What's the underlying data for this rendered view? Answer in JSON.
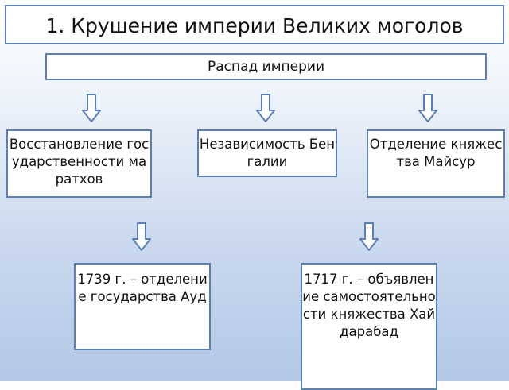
{
  "title": "1. Крушение империи Великих моголов",
  "subtitle": "Распад империи",
  "nodes": {
    "marathas": "Восстановление государственности маратхов",
    "bengal": "Независимость Бенгалии",
    "mysore": "Отделение княжества Майсур",
    "oudh": "1739 г. – отделение государства Ауд",
    "hyderabad": "1717 г. – объявление самостоятельности княжества Хайдарабад"
  },
  "icons": {
    "arrow": "down-arrow-icon"
  },
  "colors": {
    "border": "#5b7fb3",
    "box_fill": "#ffffff",
    "arrow_fill": "#ffffff"
  }
}
